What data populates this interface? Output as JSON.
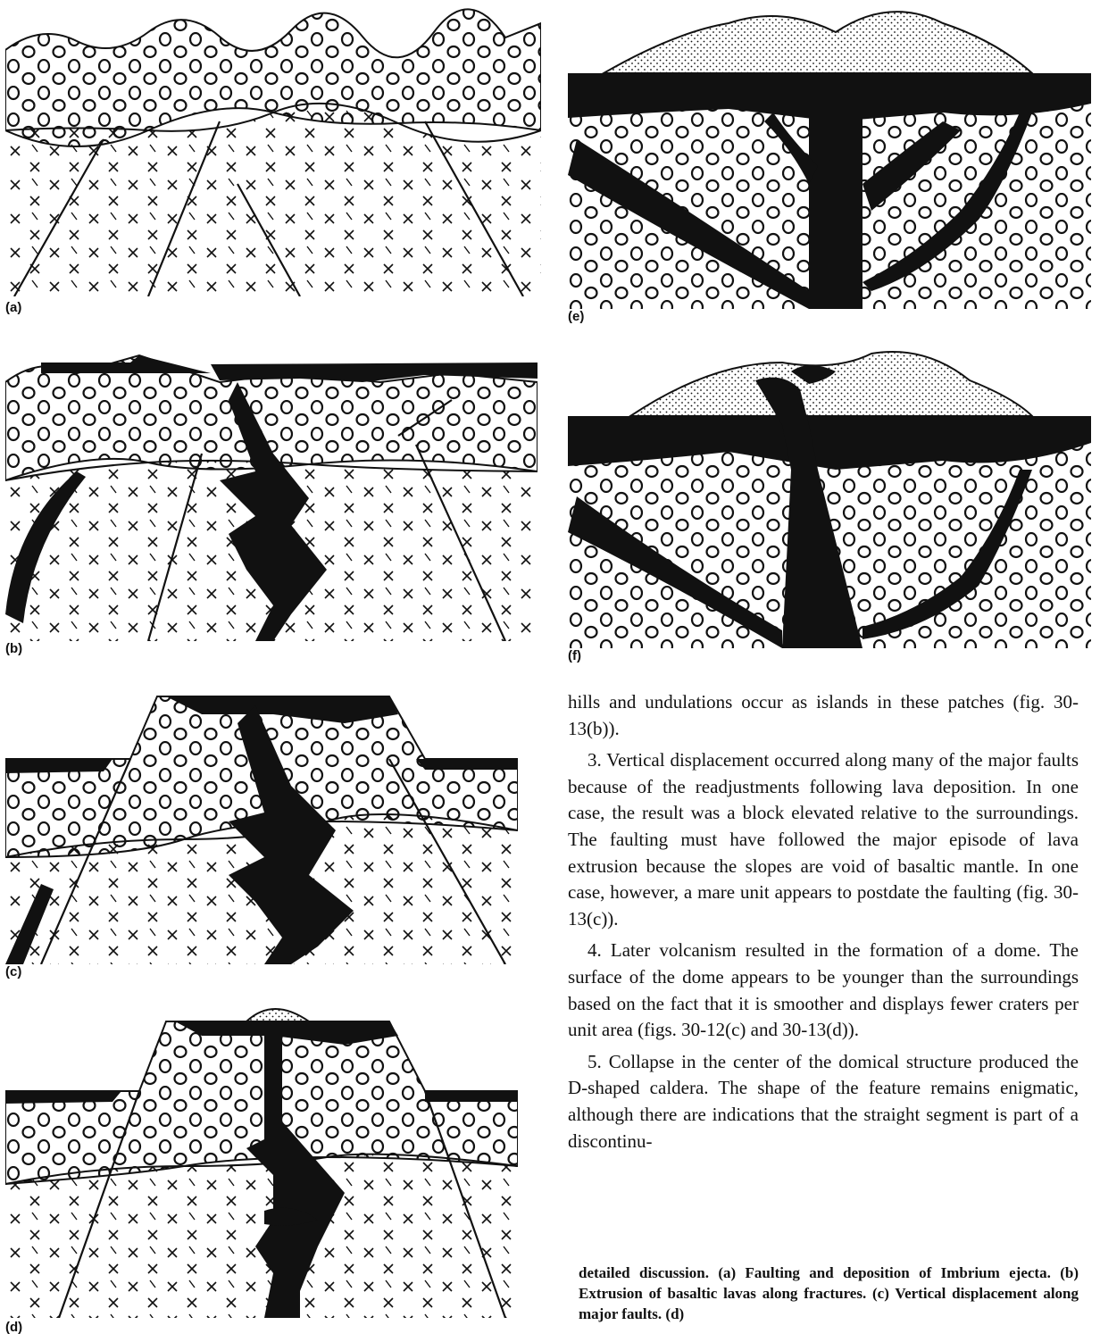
{
  "figure": {
    "panels": [
      {
        "id": "a",
        "label": "(a)"
      },
      {
        "id": "b",
        "label": "(b)"
      },
      {
        "id": "c",
        "label": "(c)"
      },
      {
        "id": "d",
        "label": "(d)"
      },
      {
        "id": "e",
        "label": "(e)"
      },
      {
        "id": "f",
        "label": "(f)"
      }
    ]
  },
  "text": {
    "paragraphs": [
      "hills and undulations occur as islands in these patches (fig. 30-13(b)).",
      "3. Vertical displacement occurred along many of the major faults because of the readjustments following lava deposition. In one case, the result was a block elevated relative to the surroundings. The faulting must have followed the major episode of lava extrusion because the slopes are void of basaltic mantle. In one case, however, a mare unit appears to postdate the faulting (fig. 30-13(c)).",
      "4. Later volcanism resulted in the formation of a dome. The surface of the dome appears to be younger than the surroundings based on the fact that it is smoother and displays fewer craters per unit area (figs. 30-12(c) and 30-13(d)).",
      "5. Collapse in the center of the domical structure produced the D-shaped caldera. The shape of the feature remains enigmatic, although there are indications that the straight segment is part of a discontinu-"
    ],
    "caption": "detailed discussion. (a) Faulting and deposition of Imbrium ejecta. (b) Extrusion of basaltic lavas along fractures. (c) Vertical displacement along major faults. (d)"
  },
  "colors": {
    "ink": "#111111",
    "paper": "#ffffff"
  }
}
